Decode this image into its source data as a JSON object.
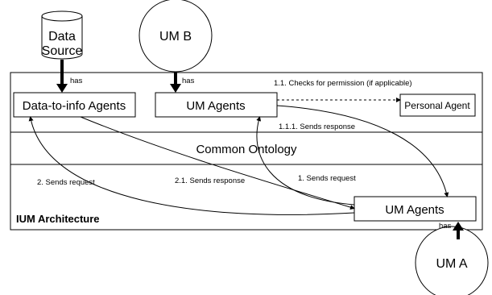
{
  "architecture_label": "IUM Architecture",
  "band_label": "Common Ontology",
  "nodes": {
    "data_source_line1": "Data",
    "data_source_line2": "Source",
    "um_b": "UM B",
    "um_a": "UM A"
  },
  "boxes": {
    "data_to_info": "Data-to-info Agents",
    "um_agents_top": "UM Agents",
    "personal_agent": "Personal Agent",
    "um_agents_bottom": "UM Agents"
  },
  "edges": {
    "has_datasource": "has",
    "has_umb": "has",
    "has_uma": "has",
    "checks_permission": "1.1. Checks for permission (if applicable)",
    "sends_response_111": "1.1.1. Sends response",
    "sends_request_2": "2. Sends request",
    "sends_response_21": "2.1. Sends response",
    "sends_request_1": "1. Sends request"
  }
}
